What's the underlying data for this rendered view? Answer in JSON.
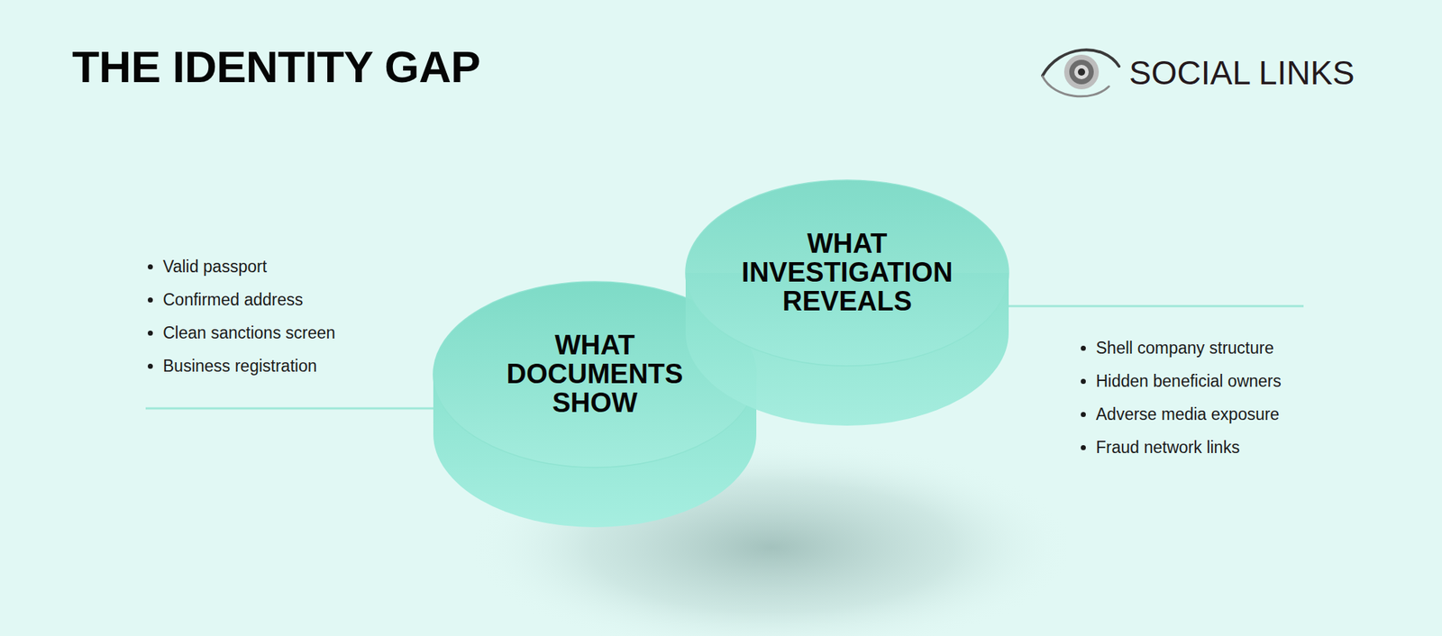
{
  "diagram": {
    "title": "THE IDENTITY GAP",
    "nodes": [
      {
        "text": [
          "WHAT DOCUMENTS SHOW"
        ]
      },
      {
        "text": [
          "WHAT INVESTIGATION REVEALS"
        ]
      }
    ],
    "labels": [
      "SOCIAL LINKS",
      "Valid passport",
      "Confirmed address",
      "Clean sanctions screen",
      "Business registration",
      "Shell company structure",
      "Hidden beneficial owners",
      "Adverse media exposure",
      "Fraud network links"
    ]
  }
}
